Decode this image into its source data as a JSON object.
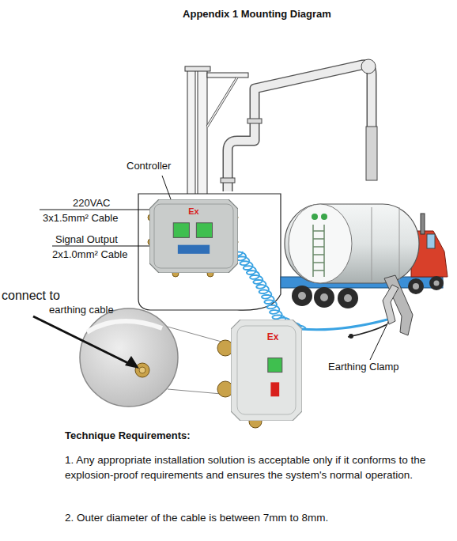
{
  "diagram": {
    "title": "Appendix 1 Mounting Diagram",
    "nodes": [
      {
        "text": [
          "Ex"
        ]
      },
      {
        "text": [
          "Ex"
        ]
      }
    ],
    "labels": [
      "Controller",
      "220VAC",
      "3x1.5mm² Cable",
      "Signal Output",
      "2x1.0mm² Cable",
      "connect to",
      "earthing cable",
      "Earthing Clamp",
      "Technique Requirements:",
      "1. Any appropriate installation solution is acceptable only if it conforms to the explosion-proof requirements and ensures the system's normal operation.",
      "2. Outer diameter of the cable is between 7mm to 8mm."
    ]
  }
}
